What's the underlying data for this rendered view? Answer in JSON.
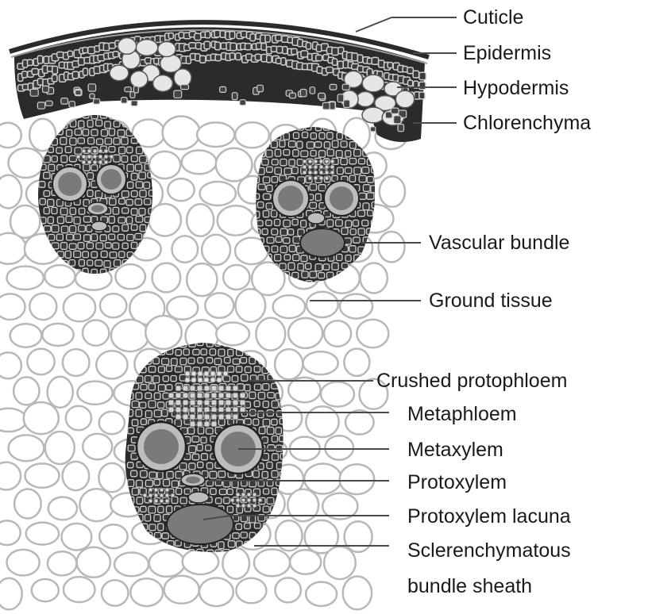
{
  "diagram": {
    "labels": {
      "cuticle": "Cuticle",
      "epidermis": "Epidermis",
      "hypodermis": "Hypodermis",
      "chlorenchyma": "Chlorenchyma",
      "vascular_bundle": "Vascular bundle",
      "ground_tissue": "Ground tissue",
      "crushed_protophloem": "Crushed protophloem",
      "metaphloem": "Metaphloem",
      "metaxylem": "Metaxylem",
      "protoxylem": "Protoxylem",
      "protoxylem_lacuna": "Protoxylem lacuna",
      "sclerenchymatous_line1": "Sclerenchymatous",
      "sclerenchymatous_line2": "bundle sheath"
    },
    "colors": {
      "sheath_dark": "#2b2b2b",
      "ground_cell_stroke": "#b8b8b8",
      "vessel_fill": "#7a7a7a",
      "vessel_ring": "#bdbdbd",
      "phloem_cell": "#d4d4d4",
      "hypodermis_cell": "#e6e6e6",
      "label_text": "#1a1a1a",
      "leader_line": "#4a4a4a"
    }
  }
}
